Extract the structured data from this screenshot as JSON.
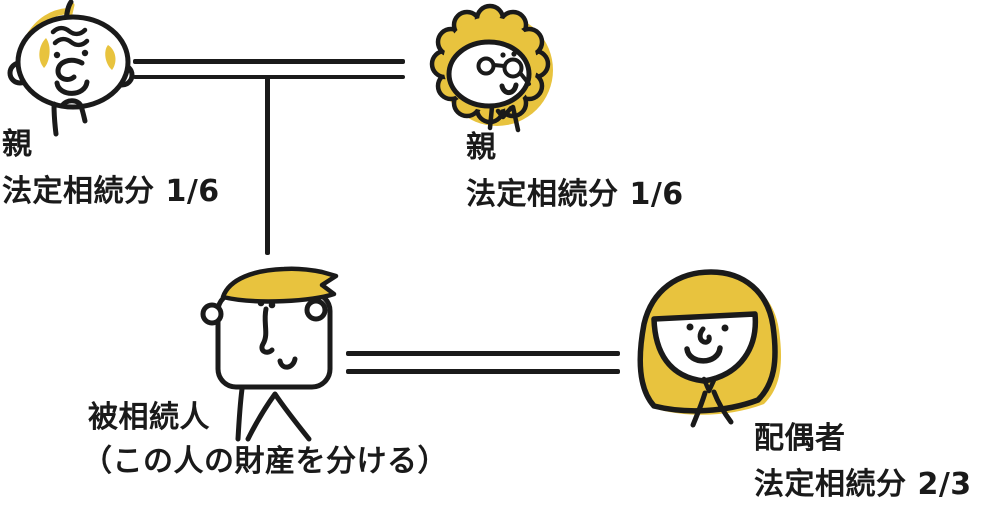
{
  "canvas": {
    "background": "#ffffff",
    "ink_color": "#1a1a1a",
    "accent_yellow": "#e8c33e"
  },
  "people": {
    "parent_left": {
      "icon": "elderly-father-doodle",
      "label": "親",
      "share": "法定相続分 1/6"
    },
    "parent_right": {
      "icon": "elderly-mother-doodle",
      "label": "親",
      "share": "法定相続分 1/6"
    },
    "decedent": {
      "icon": "man-doodle",
      "label": "被相続人",
      "note": "（この人の財産を分ける）"
    },
    "spouse": {
      "icon": "woman-doodle",
      "label": "配偶者",
      "share": "法定相続分 2/3"
    }
  },
  "connectors": {
    "parents_marriage": {
      "type": "double-line"
    },
    "descent": {
      "type": "vertical-line"
    },
    "couple_marriage": {
      "type": "double-line"
    }
  }
}
